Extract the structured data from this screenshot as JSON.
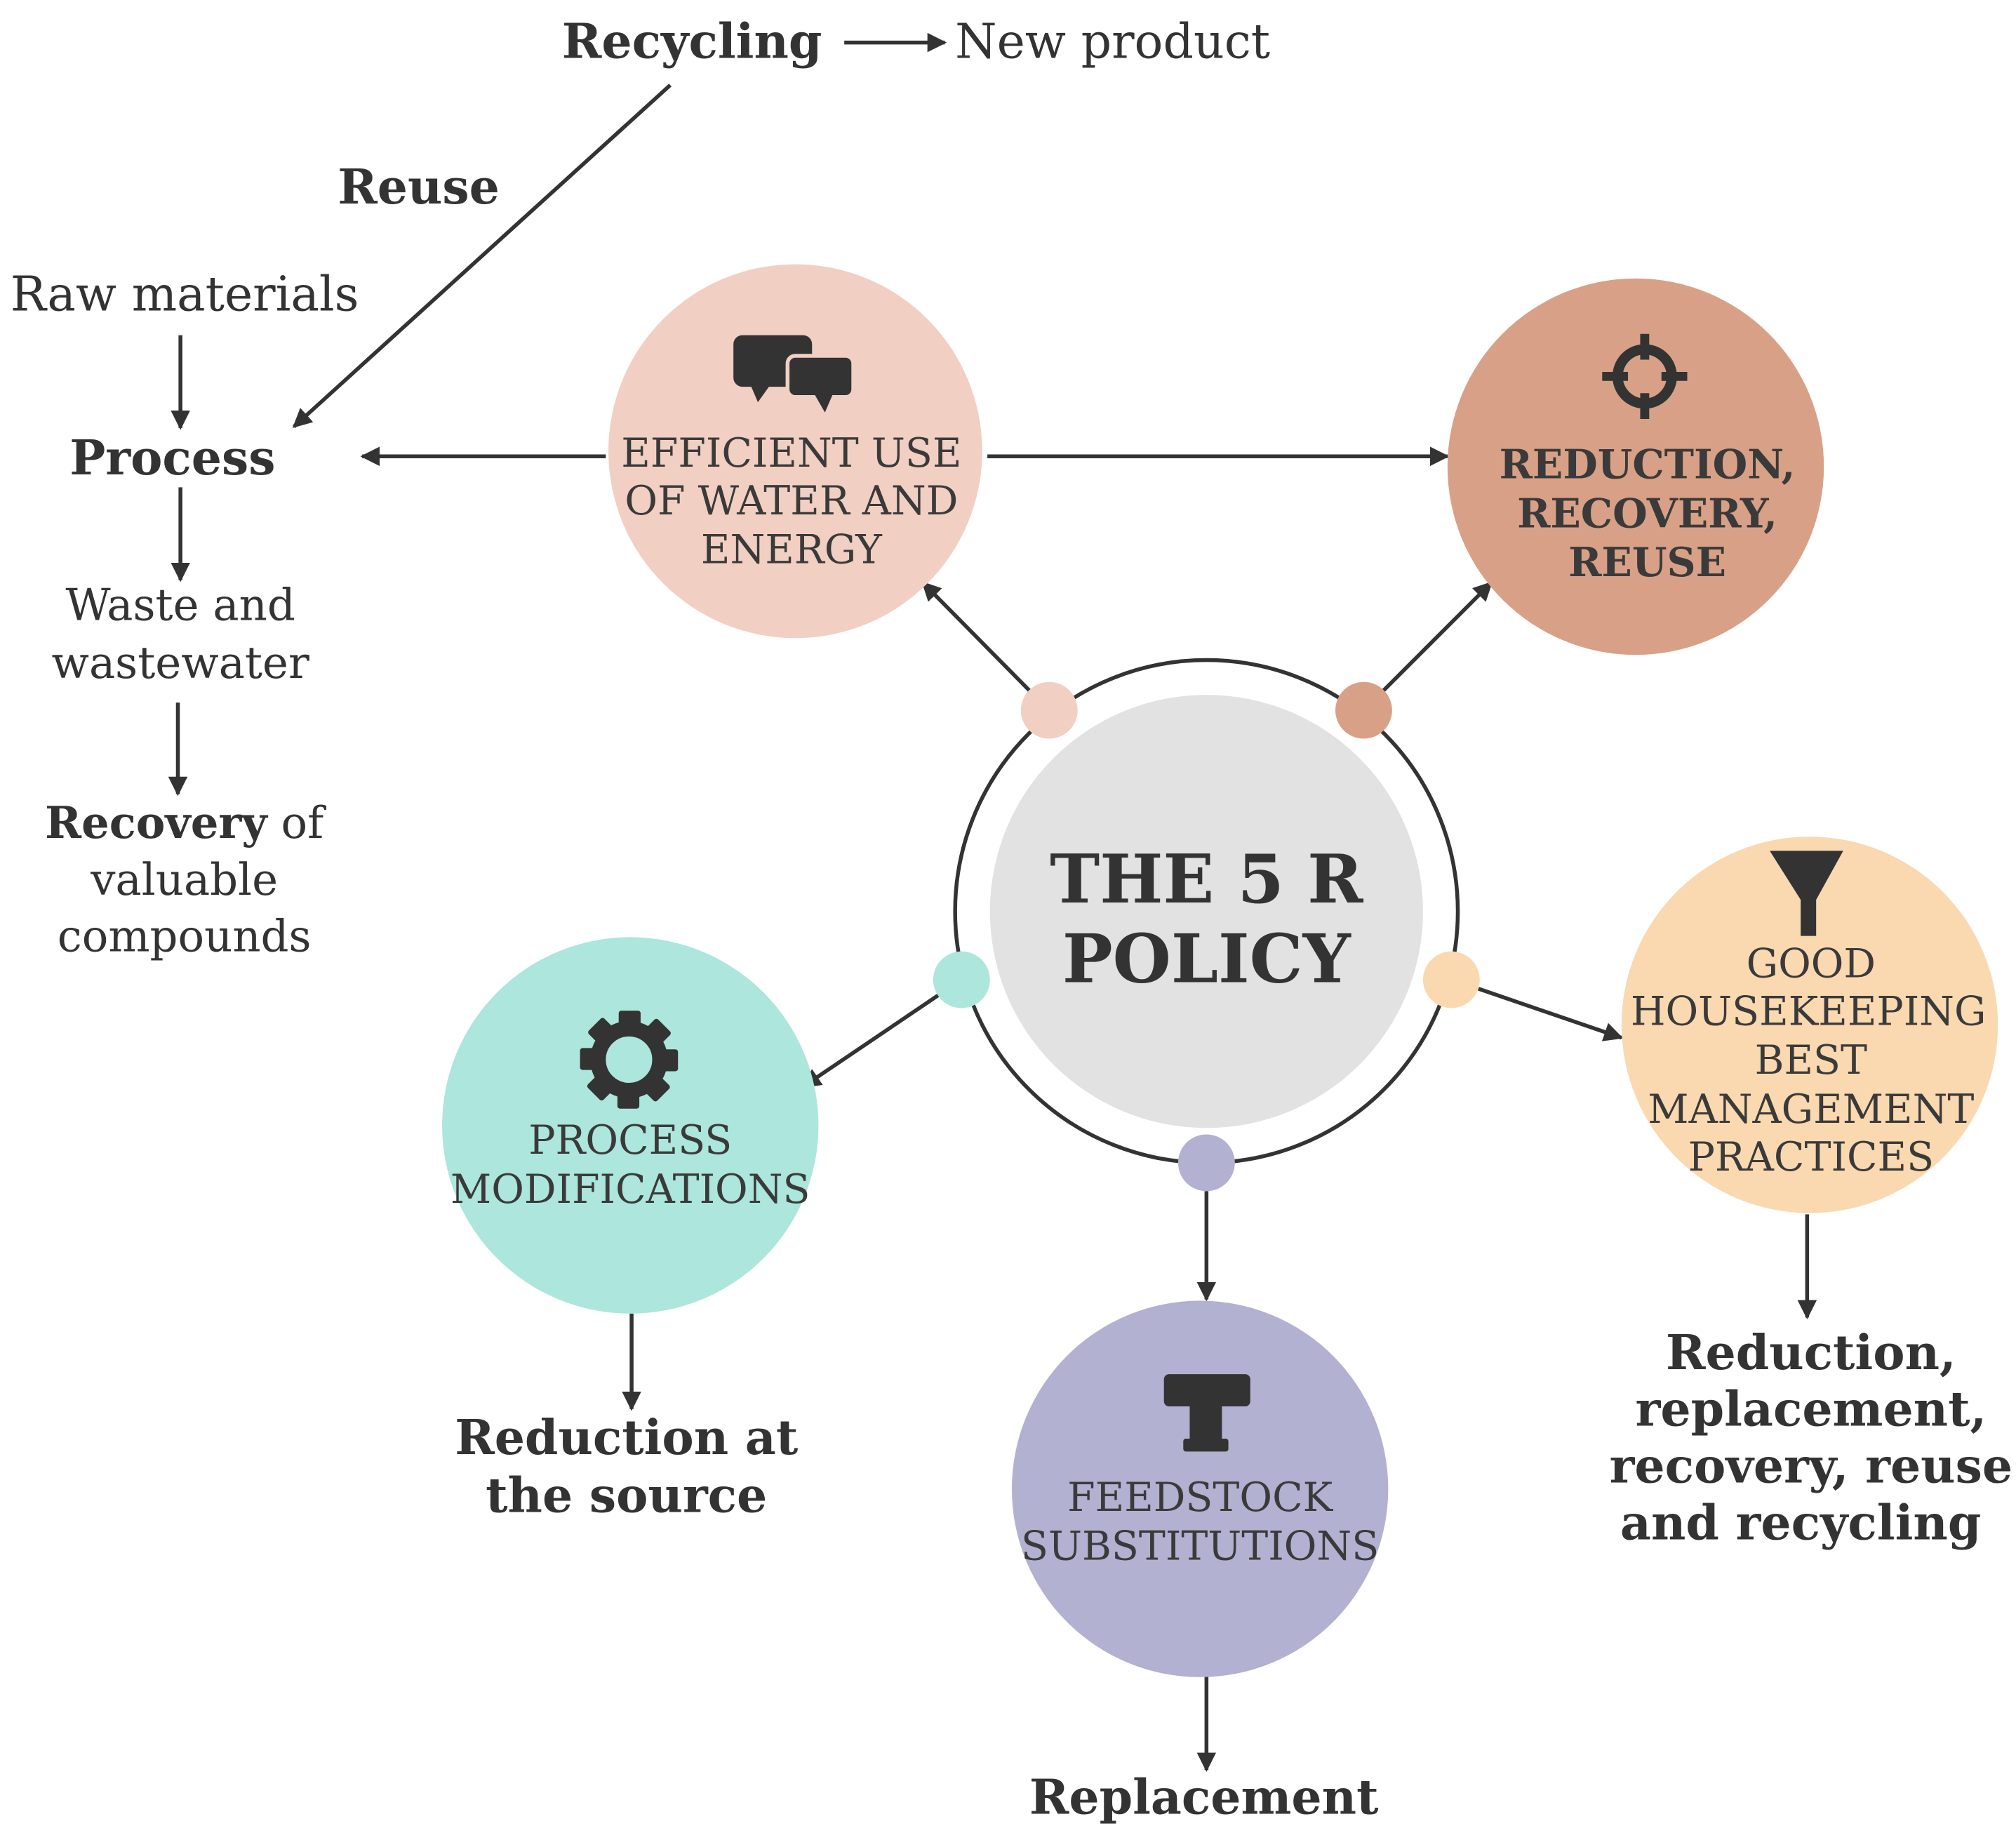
{
  "colors": {
    "efficient": "#f2cfc3",
    "reduction": "#d8a187",
    "process": "#ace6dc",
    "feedstock": "#b2b1d1",
    "housekeeping": "#fad9b1",
    "center": "#e2e2e2",
    "ink": "#333333"
  },
  "flow": {
    "recycling": "Recycling",
    "new_product": "New product",
    "reuse": "Reuse",
    "raw_materials": "Raw materials",
    "process": "Process",
    "waste_line1": "Waste and",
    "waste_line2": "wastewater",
    "recovery_bold": "Recovery",
    "recovery_rest": " of",
    "recovery_line2": "valuable",
    "recovery_line3": "compounds"
  },
  "center": {
    "line1": "THE 5 R",
    "line2": "POLICY"
  },
  "nodes": {
    "efficient": {
      "icon": "chat-bubbles-icon",
      "lines": [
        "EFFICIENT USE",
        "OF WATER AND",
        "ENERGY"
      ]
    },
    "reduction": {
      "icon": "target-crosshair-icon",
      "lines": [
        "REDUCTION,",
        "RECOVERY,",
        "REUSE"
      ]
    },
    "process": {
      "icon": "gear-icon",
      "lines": [
        "PROCESS",
        "MODIFICATIONS"
      ],
      "outcome": [
        "Reduction at",
        "the source"
      ]
    },
    "feedstock": {
      "icon": "pipe-t-icon",
      "lines": [
        "FEEDSTOCK",
        "SUBSTITUTIONS"
      ],
      "outcome": [
        "Replacement"
      ]
    },
    "housekeeping": {
      "icon": "funnel-icon",
      "lines": [
        "GOOD",
        "HOUSEKEEPING",
        "BEST",
        "MANAGEMENT",
        "PRACTICES"
      ],
      "outcome": [
        "Reduction,",
        "replacement,",
        "recovery, reuse",
        "and recycling"
      ]
    }
  }
}
